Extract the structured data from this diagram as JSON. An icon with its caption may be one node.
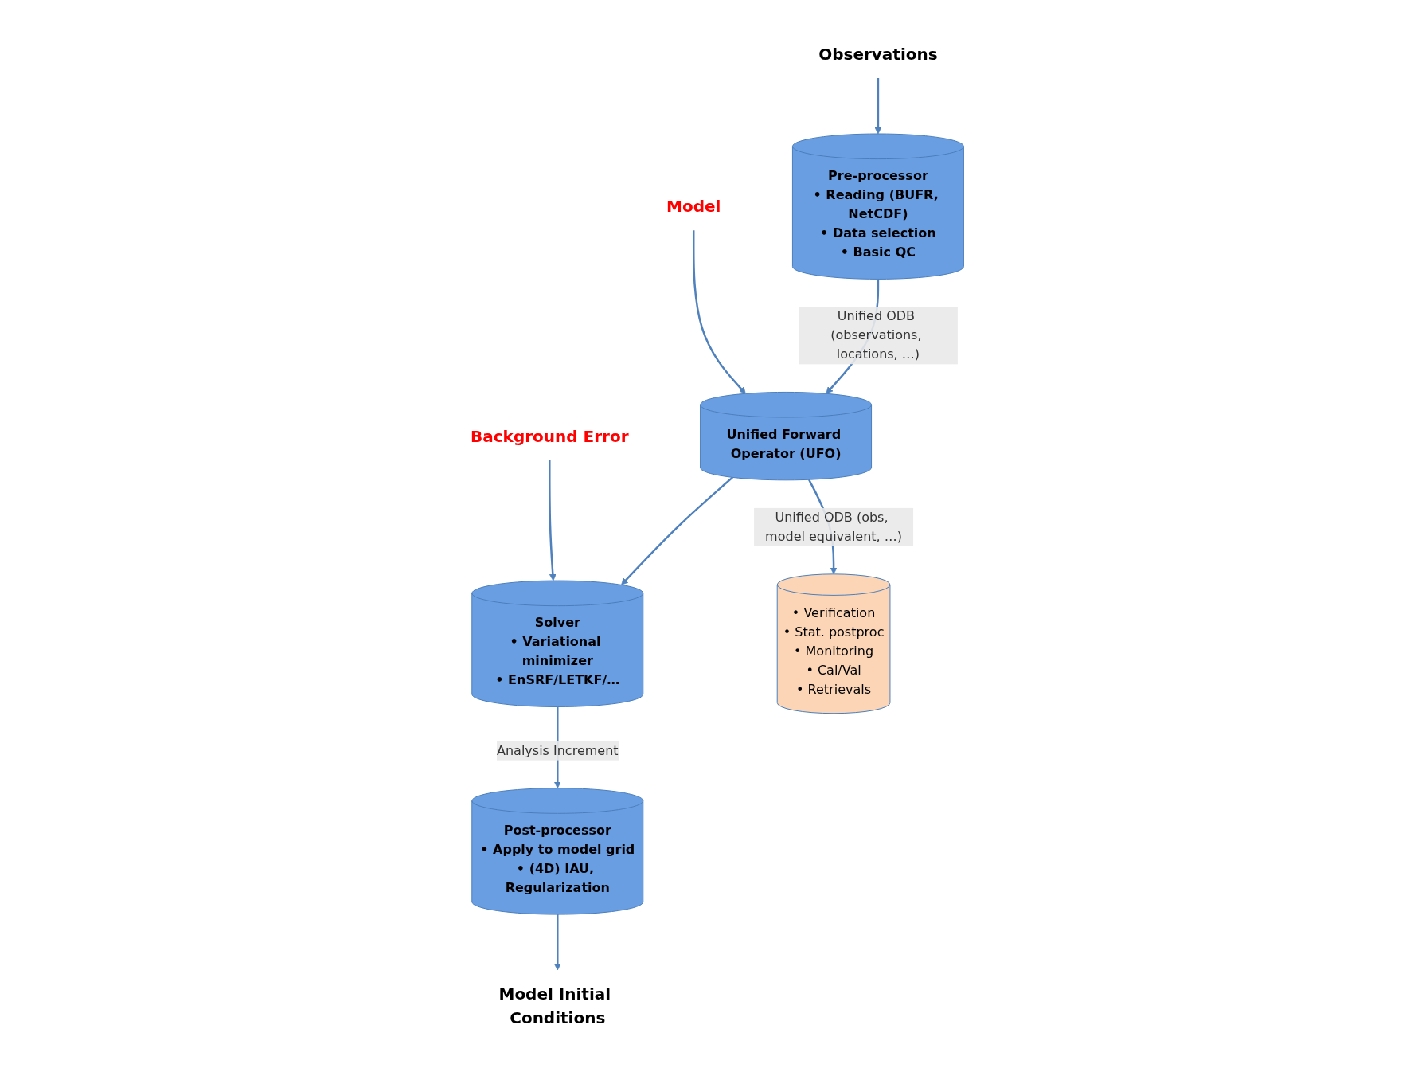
{
  "diagram": {
    "nodes": [
      {
        "text": [
          "Observations"
        ]
      },
      {
        "text": [
          "Pre-processor",
          "• Reading (BUFR, NetCDF)",
          "• Data selection",
          "• Basic QC"
        ]
      },
      {
        "text": [
          "Model"
        ]
      },
      {
        "text": [
          "Unified Forward Operator (UFO)"
        ]
      },
      {
        "text": [
          "Background Error"
        ]
      },
      {
        "text": [
          "Solver",
          "• Variational minimizer",
          "• EnSRF/LETKF/…"
        ]
      },
      {
        "text": [
          "• Verification",
          "• Stat. postproc",
          "• Monitoring",
          "• Cal/Val",
          "• Retrievals"
        ]
      },
      {
        "text": [
          "Post-processor",
          "• Apply to model grid",
          "• (4D) IAU, Regularization"
        ]
      },
      {
        "text": [
          "Model Initial Conditions"
        ]
      }
    ],
    "edges": [
      {
        "from": 0,
        "to": 1,
        "arrow": "to"
      },
      {
        "from": 1,
        "to": 3,
        "arrow": "to",
        "label": "Unified ODB (observations, locations, …)"
      },
      {
        "from": 2,
        "to": 3,
        "arrow": "to"
      },
      {
        "from": 3,
        "to": 5,
        "arrow": "to"
      },
      {
        "from": 3,
        "to": 6,
        "arrow": "to",
        "label": "Unified ODB (obs, model equivalent, …)"
      },
      {
        "from": 4,
        "to": 5,
        "arrow": "to"
      },
      {
        "from": 5,
        "to": 7,
        "arrow": "to",
        "label": "Analysis Increment"
      },
      {
        "from": 7,
        "to": 8,
        "arrow": "to"
      }
    ]
  }
}
